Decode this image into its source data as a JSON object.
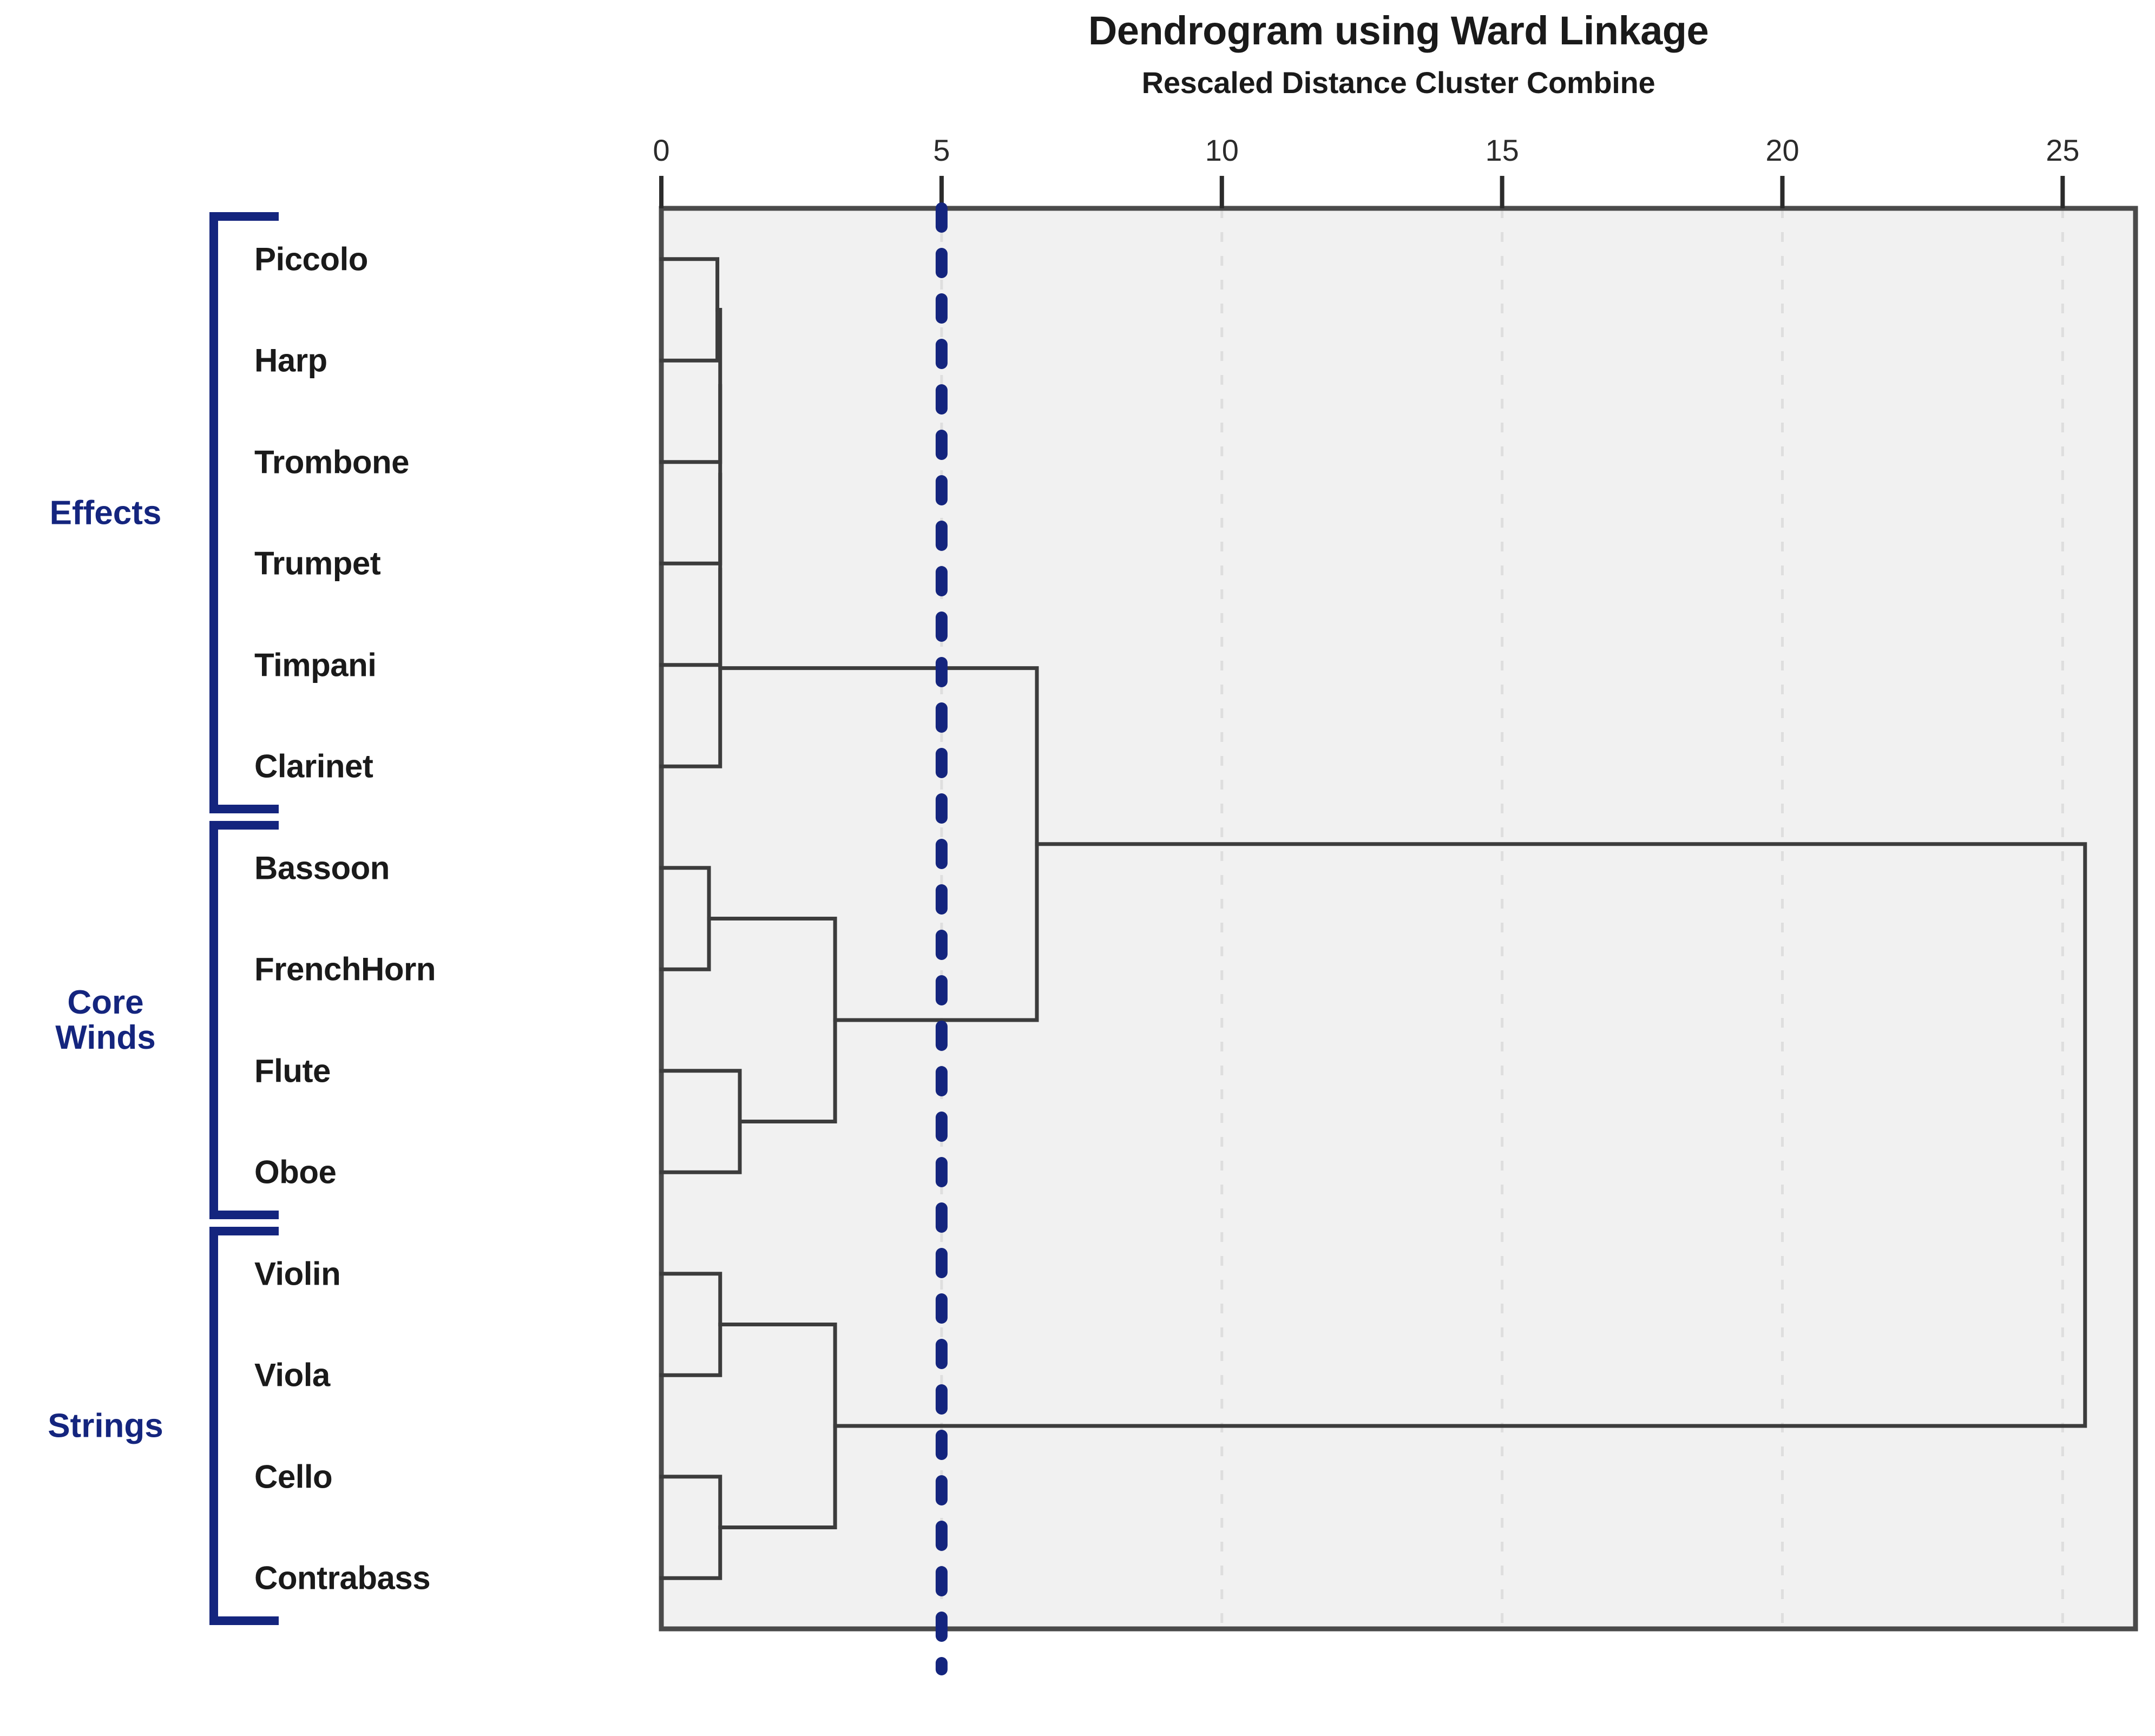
{
  "header": {
    "title": "Dendrogram using Ward Linkage",
    "subtitle": "Rescaled Distance Cluster Combine"
  },
  "axis": {
    "ticks": [
      "0",
      "5",
      "10",
      "15",
      "20",
      "25"
    ],
    "tick_values": [
      0,
      5,
      10,
      15,
      20,
      25
    ],
    "range": [
      0,
      26.3
    ]
  },
  "groups": [
    {
      "name": "Effects",
      "label": "Effects",
      "leaves": [
        "Piccolo",
        "Harp",
        "Trombone",
        "Trumpet",
        "Timpani",
        "Clarinet"
      ]
    },
    {
      "name": "Core Winds",
      "label": "Core\nWinds",
      "leaves": [
        "Bassoon",
        "FrenchHorn",
        "Flute",
        "Oboe"
      ]
    },
    {
      "name": "Strings",
      "label": "Strings",
      "leaves": [
        "Violin",
        "Viola",
        "Cello",
        "Contrabass"
      ]
    }
  ],
  "colors": {
    "bracket": "#14257e",
    "cut_line": "#14257e",
    "plot_bg": "#f1f1f1",
    "link": "#3c3c3c",
    "grid": "#dedede",
    "axis": "#4a4a4a"
  },
  "chart_data": {
    "type": "dendrogram",
    "title": "Dendrogram using Ward Linkage",
    "subtitle": "Rescaled Distance Cluster Combine",
    "xlabel": "Rescaled Distance Cluster Combine",
    "ylabel": "",
    "xlim": [
      0,
      26.3
    ],
    "xticks": [
      0,
      5,
      10,
      15,
      20,
      25
    ],
    "grid": true,
    "orientation": "horizontal-left-to-right",
    "leaves": [
      "Piccolo",
      "Harp",
      "Trombone",
      "Trumpet",
      "Timpani",
      "Clarinet",
      "Bassoon",
      "FrenchHorn",
      "Flute",
      "Oboe",
      "Violin",
      "Viola",
      "Cello",
      "Contrabass"
    ],
    "cut_line": {
      "value": 5,
      "style": "dashed",
      "color": "#14257e",
      "label": ""
    },
    "clusters": [
      {
        "label": "Effects",
        "members": [
          "Piccolo",
          "Harp",
          "Trombone",
          "Trumpet",
          "Timpani",
          "Clarinet"
        ]
      },
      {
        "label": "Core Winds",
        "members": [
          "Bassoon",
          "FrenchHorn",
          "Flute",
          "Oboe"
        ]
      },
      {
        "label": "Strings",
        "members": [
          "Violin",
          "Viola",
          "Cello",
          "Contrabass"
        ]
      }
    ],
    "merges": [
      {
        "id": "m1",
        "left": "Piccolo",
        "right": "Harp",
        "distance": 1.0
      },
      {
        "id": "m2",
        "left": "m1",
        "right": "Trombone",
        "distance": 1.05
      },
      {
        "id": "m3",
        "left": "m2",
        "right": "Trumpet",
        "distance": 1.05
      },
      {
        "id": "m4",
        "left": "m3",
        "right": "Timpani",
        "distance": 1.05
      },
      {
        "id": "m5",
        "left": "m4",
        "right": "Clarinet",
        "distance": 1.05
      },
      {
        "id": "m6",
        "left": "Bassoon",
        "right": "FrenchHorn",
        "distance": 0.85
      },
      {
        "id": "m7",
        "left": "Flute",
        "right": "Oboe",
        "distance": 1.4
      },
      {
        "id": "m8",
        "left": "m6",
        "right": "m7",
        "distance": 3.1
      },
      {
        "id": "m9",
        "left": "m5",
        "right": "m8",
        "distance": 6.7
      },
      {
        "id": "m10",
        "left": "Violin",
        "right": "Viola",
        "distance": 1.05
      },
      {
        "id": "m11",
        "left": "Cello",
        "right": "Contrabass",
        "distance": 1.05
      },
      {
        "id": "m12",
        "left": "m10",
        "right": "m11",
        "distance": 3.1
      },
      {
        "id": "m13",
        "left": "m9",
        "right": "m12",
        "distance": 25.4
      }
    ]
  }
}
